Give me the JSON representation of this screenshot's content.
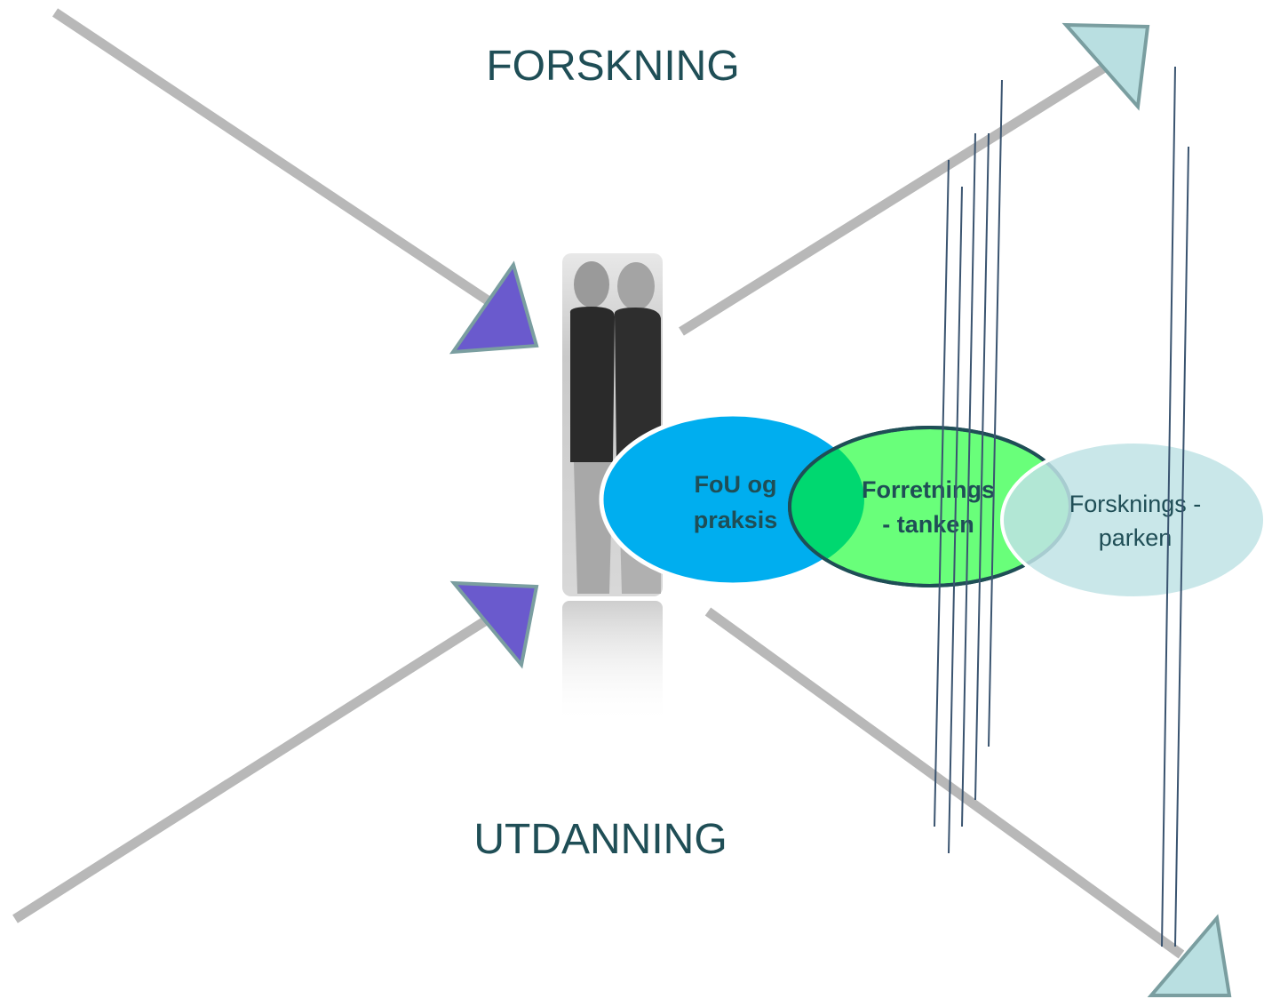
{
  "labels": {
    "top": "FORSKNING",
    "bottom": "UTDANNING"
  },
  "ellipses": {
    "fou": {
      "line1": "FoU og",
      "line2": "praksis"
    },
    "forretning": {
      "line1": "Forretnings",
      "line2": "- tanken"
    },
    "park": {
      "line1": "Forsknings -",
      "line2": "parken"
    }
  },
  "colors": {
    "arrow_shaft": "#b8b8b8",
    "arrowhead_incoming": "#6a5acd",
    "arrowhead_outgoing": "#b9dfe1",
    "arrowhead_stroke": "#7a9ea0",
    "fou_fill": "#00aeef",
    "forretning_fill": "#66ff77",
    "park_fill": "#bfe3e5",
    "label_text": "#1f4e56",
    "vertical_lines": "#3a5470"
  },
  "photo": {
    "description_icon": "person-photo-icon"
  }
}
